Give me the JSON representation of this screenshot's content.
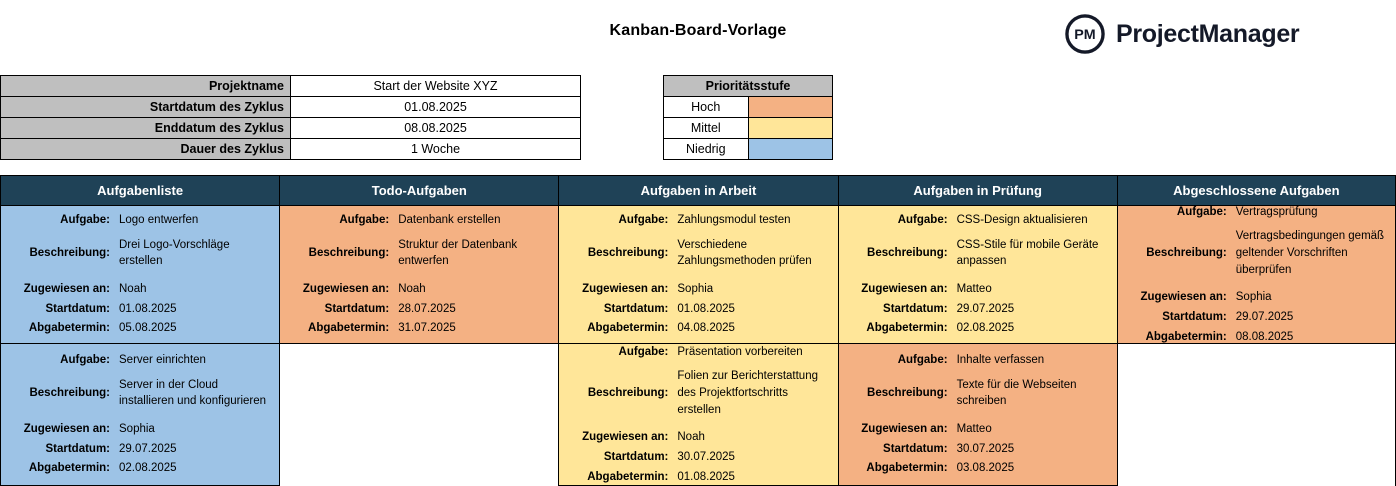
{
  "header": {
    "title": "Kanban-Board-Vorlage",
    "brand_name": "ProjectManager",
    "brand_mark": "pm-logo-icon"
  },
  "info_table": {
    "rows": [
      {
        "label": "Projektname",
        "value": "Start der Website XYZ"
      },
      {
        "label": "Startdatum des Zyklus",
        "value": "01.08.2025"
      },
      {
        "label": "Enddatum des Zyklus",
        "value": "08.08.2025"
      },
      {
        "label": "Dauer des Zyklus",
        "value": "1 Woche"
      }
    ]
  },
  "priority_legend": {
    "title": "Prioritätsstufe",
    "levels": [
      {
        "name": "Hoch",
        "color": "#F4B183"
      },
      {
        "name": "Mittel",
        "color": "#FFE699"
      },
      {
        "name": "Niedrig",
        "color": "#9DC3E6"
      }
    ]
  },
  "field_labels": {
    "task": "Aufgabe:",
    "description": "Beschreibung:",
    "assignee": "Zugewiesen an:",
    "start": "Startdatum:",
    "due": "Abgabetermin:"
  },
  "colors": {
    "header_navy": "#1F4257",
    "high": "#F4B183",
    "medium": "#FFE699",
    "low": "#9DC3E6",
    "table_label_grey": "#BFBFBF"
  },
  "board": {
    "columns": [
      {
        "title": "Aufgabenliste",
        "cards": [
          {
            "task": "Logo entwerfen",
            "description": "Drei Logo-Vorschläge erstellen",
            "assignee": "Noah",
            "start": "01.08.2025",
            "due": "05.08.2025",
            "priority": "Niedrig"
          },
          {
            "task": "Server einrichten",
            "description": "Server in der Cloud installieren und konfigurieren",
            "assignee": "Sophia",
            "start": "29.07.2025",
            "due": "02.08.2025",
            "priority": "Niedrig"
          }
        ]
      },
      {
        "title": "Todo-Aufgaben",
        "cards": [
          {
            "task": "Datenbank erstellen",
            "description": "Struktur der Datenbank entwerfen",
            "assignee": "Noah",
            "start": "28.07.2025",
            "due": "31.07.2025",
            "priority": "Hoch"
          }
        ]
      },
      {
        "title": "Aufgaben in Arbeit",
        "cards": [
          {
            "task": "Zahlungsmodul testen",
            "description": "Verschiedene Zahlungsmethoden prüfen",
            "assignee": "Sophia",
            "start": "01.08.2025",
            "due": "04.08.2025",
            "priority": "Mittel"
          },
          {
            "task": "Präsentation vorbereiten",
            "description": "Folien zur Berichterstattung des Projektfortschritts erstellen",
            "assignee": "Noah",
            "start": "30.07.2025",
            "due": "01.08.2025",
            "priority": "Mittel"
          }
        ]
      },
      {
        "title": "Aufgaben in Prüfung",
        "cards": [
          {
            "task": "CSS-Design aktualisieren",
            "description": "CSS-Stile für mobile Geräte anpassen",
            "assignee": "Matteo",
            "start": "29.07.2025",
            "due": "02.08.2025",
            "priority": "Mittel"
          },
          {
            "task": "Inhalte verfassen",
            "description": "Texte für die Webseiten schreiben",
            "assignee": "Matteo",
            "start": "30.07.2025",
            "due": "03.08.2025",
            "priority": "Hoch"
          }
        ]
      },
      {
        "title": "Abgeschlossene Aufgaben",
        "cards": [
          {
            "task": "Vertragsprüfung",
            "description": "Vertragsbedingungen gemäß geltender Vorschriften überprüfen",
            "assignee": "Sophia",
            "start": "29.07.2025",
            "due": "08.08.2025",
            "priority": "Hoch"
          }
        ]
      }
    ]
  }
}
